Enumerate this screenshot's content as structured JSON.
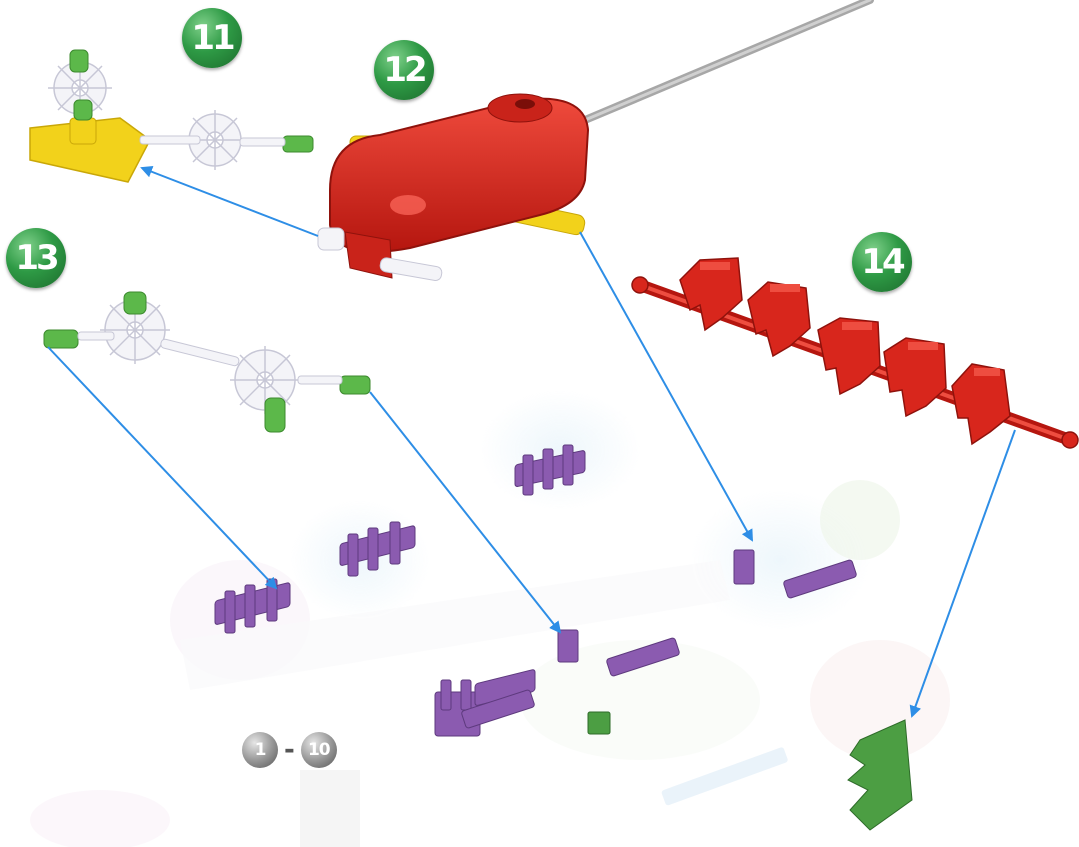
{
  "steps": [
    {
      "number": "11"
    },
    {
      "number": "12"
    },
    {
      "number": "13"
    },
    {
      "number": "14"
    }
  ],
  "range": {
    "start": "1",
    "separator": "-",
    "end": "10"
  },
  "colors": {
    "badge_green": "#2e9a45",
    "arrow_blue": "#2e8ee6",
    "motor_red": "#d4231b",
    "rod_red": "#d8261c",
    "connector_purple": "#8b5bb0",
    "connector_green": "#5cb84a",
    "part_yellow": "#f2d21b",
    "part_white": "#f4f4f8",
    "cable_gray": "#a7a7a7"
  },
  "icons": [
    "motor-icon",
    "white-spoked-connector-icon",
    "red-rod-assembly-icon",
    "purple-clip-icon"
  ]
}
